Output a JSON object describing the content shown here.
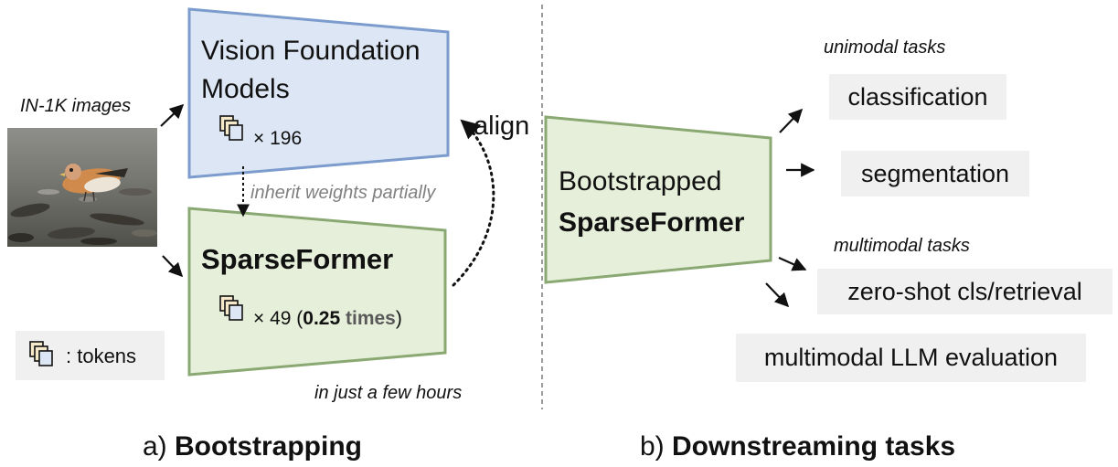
{
  "left_panel": {
    "input_label": "IN-1K images",
    "vfm": {
      "title_line1": "Vision Foundation",
      "title_line2": "Models",
      "token_count": "× 196"
    },
    "inherit_label": "inherit weights partially",
    "align_label": "align",
    "sparseformer": {
      "title": "SparseFormer",
      "token_prefix": "× 49 (",
      "token_ratio": "0.25",
      "token_unit": " times",
      "token_suffix": ")"
    },
    "legend_label": ": tokens",
    "duration_label": "in just a few hours",
    "caption_prefix": "a) ",
    "caption_bold": "Bootstrapping"
  },
  "right_panel": {
    "model_line1": "Bootstrapped",
    "model_line2": "SparseFormer",
    "unimodal_header": "unimodal tasks",
    "unimodal_tasks": [
      "classification",
      "segmentation"
    ],
    "multimodal_header": "multimodal tasks",
    "multimodal_tasks": [
      "zero-shot cls/retrieval",
      "multimodal LLM evaluation"
    ],
    "caption_prefix": "b) ",
    "caption_bold": "Downstreaming tasks"
  },
  "colors": {
    "vfm_fill": "#dde6f4",
    "vfm_stroke": "#7b9ccc",
    "sf_fill": "#e6efda",
    "sf_stroke": "#8aa872",
    "task_box": "#f0f0f0",
    "divider": "#9a9a9a",
    "inherit_text": "#808080",
    "accent_text": "#595959"
  },
  "icons": {
    "token_stack": "stacked-squares-icon",
    "arrow": "arrow-icon"
  }
}
